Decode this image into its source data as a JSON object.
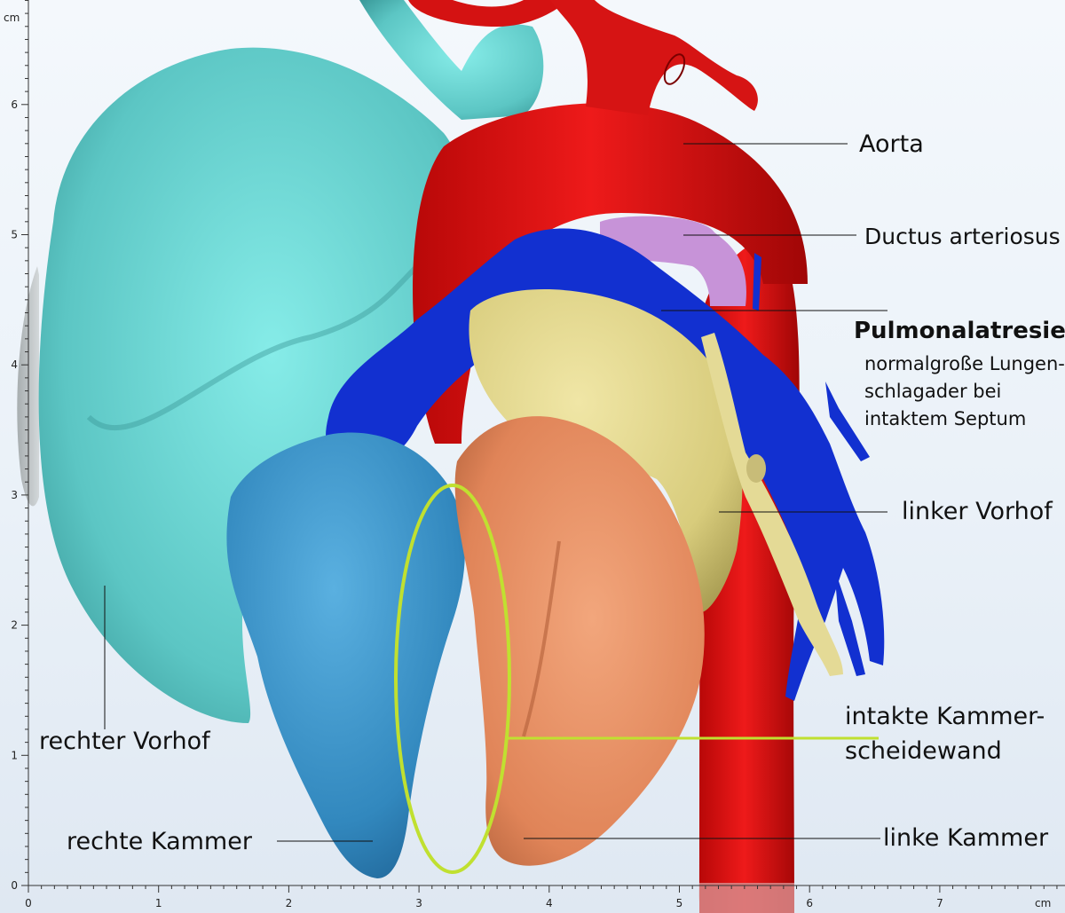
{
  "axes": {
    "unit_x": "cm",
    "unit_y": "cm",
    "x_ticks": [
      "0",
      "1",
      "2",
      "3",
      "4",
      "5",
      "6",
      "7"
    ],
    "y_ticks": [
      "0",
      "1",
      "2",
      "3",
      "4",
      "5",
      "6"
    ]
  },
  "labels": {
    "aorta": "Aorta",
    "ductus": "Ductus arteriosus",
    "pulmonal_title": "Pulmonalatresie",
    "pulmonal_line1": "normalgroße Lungen-",
    "pulmonal_line2": "schlagader bei",
    "pulmonal_line3": "intaktem Septum",
    "linker_vorhof": "linker Vorhof",
    "septum_line1": "intakte Kammer-",
    "septum_line2": "scheidewand",
    "rechter_vorhof": "rechter Vorhof",
    "rechte_kammer": "rechte Kammer",
    "linke_kammer": "linke Kammer"
  },
  "colors": {
    "aorta": "#e01010",
    "right_atrium": "#6fd6d4",
    "right_ventricle": "#3a92c8",
    "pulmonary_artery": "#1030d0",
    "left_atrium": "#e2d78c",
    "left_ventricle": "#e8946a",
    "ductus": "#c38fd6",
    "septum_marker": "#c0e030"
  }
}
